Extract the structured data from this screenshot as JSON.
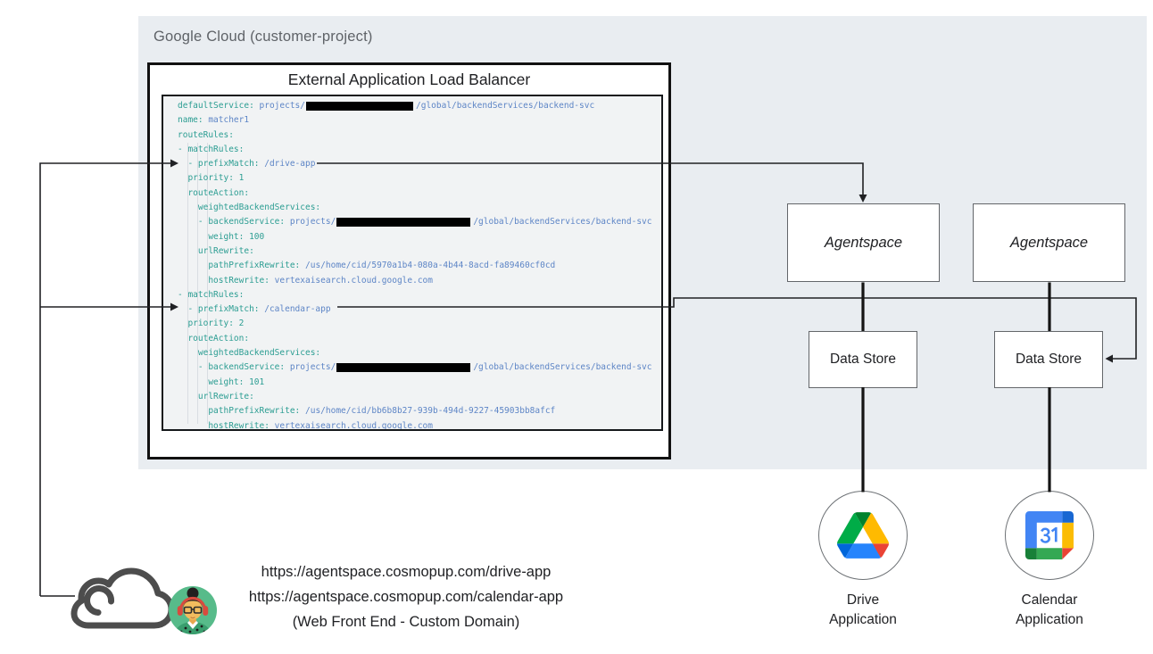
{
  "labels": {
    "region": "Google Cloud (customer-project)",
    "lb_title": "External Application Load Balancer",
    "agentspace_1": "Agentspace",
    "agentspace_2": "Agentspace",
    "datastore_1": "Data Store",
    "datastore_2": "Data Store",
    "drive_app_lines": [
      "Drive",
      "Application"
    ],
    "calendar_app_lines": [
      "Calendar",
      "Application"
    ],
    "urls": [
      "https://agentspace.cosmopup.com/drive-app",
      "https://agentspace.cosmopup.com/calendar-app",
      "(Web Front End - Custom Domain)"
    ]
  },
  "colors": {
    "region_bg": "#e9edf1",
    "region_label": "#5f6368",
    "code_bg": "#f1f3f4",
    "code_key": "#2b9d92",
    "code_value": "#5d85c6",
    "code_number": "#2b9d92",
    "connector": "#202124",
    "drive_brand": [
      "#0066da",
      "#00ac47",
      "#ea4335",
      "#00832d",
      "#2684fc",
      "#ffba00"
    ],
    "calendar_brand": [
      "#4285f4",
      "#1967d2",
      "#188038",
      "#34a853",
      "#fbbc04",
      "#ea4335"
    ]
  },
  "code": {
    "lines": [
      [
        {
          "t": "k",
          "s": "defaultService:"
        },
        {
          "t": "v",
          "s": " projects/"
        },
        {
          "t": "r",
          "w": 120
        },
        {
          "t": "v",
          "s": "/global/backendServices/backend-svc"
        }
      ],
      [
        {
          "t": "k",
          "s": "name:"
        },
        {
          "t": "v",
          "s": " matcher1"
        }
      ],
      [
        {
          "t": "k",
          "s": "routeRules:"
        }
      ],
      [
        {
          "t": "k",
          "s": "- matchRules:"
        }
      ],
      [
        {
          "t": "k",
          "s": "  - prefixMatch:"
        },
        {
          "t": "v",
          "s": " /drive-app"
        }
      ],
      [
        {
          "t": "k",
          "s": "  priority:"
        },
        {
          "t": "n",
          "s": " 1"
        }
      ],
      [
        {
          "t": "k",
          "s": "  routeAction:"
        }
      ],
      [
        {
          "t": "k",
          "s": "    weightedBackendServices:"
        }
      ],
      [
        {
          "t": "k",
          "s": "    - backendService:"
        },
        {
          "t": "v",
          "s": " projects/"
        },
        {
          "t": "r",
          "w": 150
        },
        {
          "t": "v",
          "s": "/global/backendServices/backend-svc"
        }
      ],
      [
        {
          "t": "k",
          "s": "      weight:"
        },
        {
          "t": "n",
          "s": " 100"
        }
      ],
      [
        {
          "t": "k",
          "s": "    urlRewrite:"
        }
      ],
      [
        {
          "t": "k",
          "s": "      pathPrefixRewrite:"
        },
        {
          "t": "v",
          "s": " /us/home/cid/5970a1b4-080a-4b44-8acd-fa89460cf0cd"
        }
      ],
      [
        {
          "t": "k",
          "s": "      hostRewrite:"
        },
        {
          "t": "v",
          "s": " vertexaisearch.cloud.google.com"
        }
      ],
      [
        {
          "t": "k",
          "s": "- matchRules:"
        }
      ],
      [
        {
          "t": "k",
          "s": "  - prefixMatch:"
        },
        {
          "t": "v",
          "s": " /calendar-app"
        }
      ],
      [
        {
          "t": "k",
          "s": "  priority:"
        },
        {
          "t": "n",
          "s": " 2"
        }
      ],
      [
        {
          "t": "k",
          "s": "  routeAction:"
        }
      ],
      [
        {
          "t": "k",
          "s": "    weightedBackendServices:"
        }
      ],
      [
        {
          "t": "k",
          "s": "    - backendService:"
        },
        {
          "t": "v",
          "s": " projects/"
        },
        {
          "t": "r",
          "w": 150
        },
        {
          "t": "v",
          "s": "/global/backendServices/backend-svc"
        }
      ],
      [
        {
          "t": "k",
          "s": "      weight:"
        },
        {
          "t": "n",
          "s": " 101"
        }
      ],
      [
        {
          "t": "k",
          "s": "    urlRewrite:"
        }
      ],
      [
        {
          "t": "k",
          "s": "      pathPrefixRewrite:"
        },
        {
          "t": "v",
          "s": " /us/home/cid/bb6b8b27-939b-494d-9227-45903bb8afcf"
        }
      ],
      [
        {
          "t": "k",
          "s": "      hostRewrite:"
        },
        {
          "t": "v",
          "s": " vertexaisearch.cloud.google.com"
        }
      ]
    ]
  }
}
